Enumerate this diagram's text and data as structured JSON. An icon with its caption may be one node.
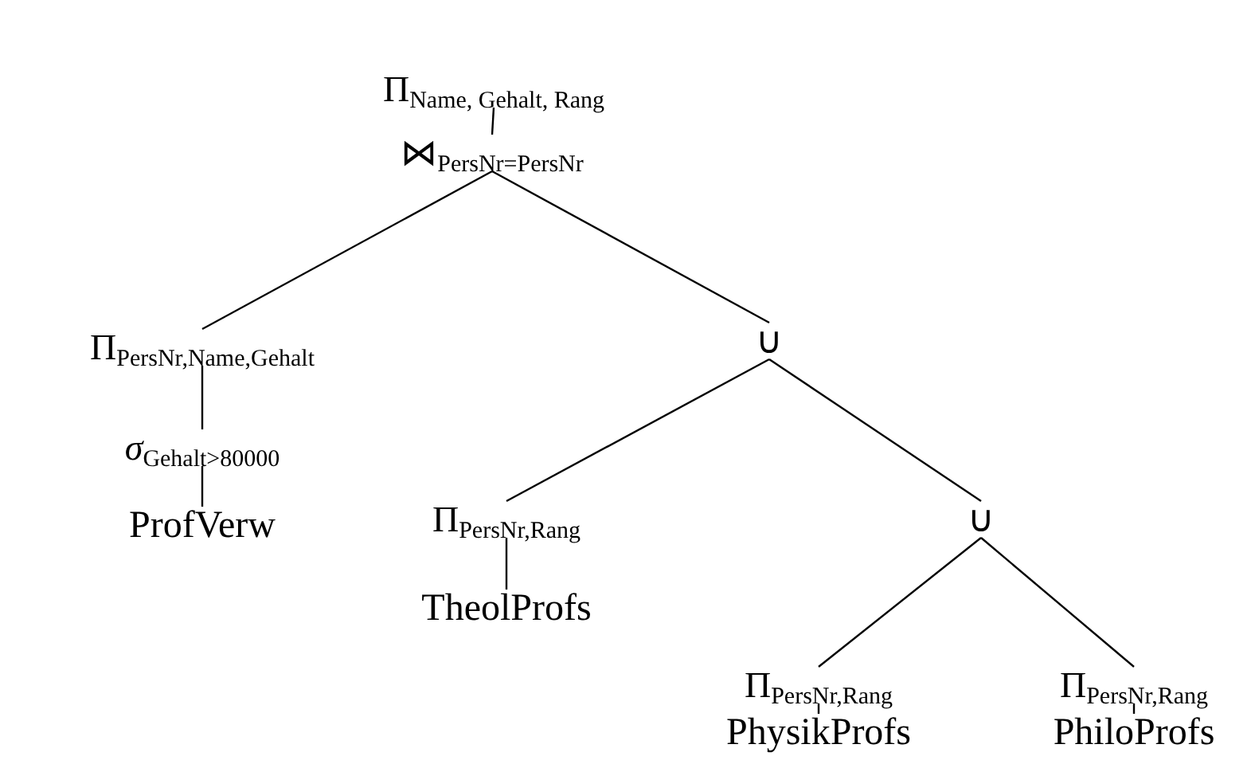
{
  "diagram": {
    "nodes": [
      {
        "text": [
          "Π$_{Name, Gehalt, Rang}$"
        ]
      },
      {
        "text": [
          "⋈$_{PersNr=PersNr}$"
        ]
      },
      {
        "text": [
          "Π$_{PersNr,Name,Gehalt}$"
        ]
      },
      {
        "text": [
          "∪"
        ]
      },
      {
        "text": [
          "*σ*$_{Gehalt>80000}$"
        ]
      },
      {
        "text": [
          "Π$_{PersNr,Rang}$"
        ]
      },
      {
        "text": [
          "∪"
        ]
      },
      {
        "text": [
          "ProfVerw"
        ]
      },
      {
        "text": [
          "TheolProfs"
        ]
      },
      {
        "text": [
          "Π$_{PersNr,Rang}$"
        ]
      },
      {
        "text": [
          "Π$_{PersNr,Rang}$"
        ]
      },
      {
        "text": [
          "PhysikProfs"
        ]
      },
      {
        "text": [
          "PhiloProfs"
        ]
      }
    ],
    "edges": [
      {
        "from": 0,
        "to": 1,
        "arrow": "none"
      },
      {
        "from": 1,
        "to": 2,
        "arrow": "none"
      },
      {
        "from": 1,
        "to": 3,
        "arrow": "none"
      },
      {
        "from": 2,
        "to": 4,
        "arrow": "none"
      },
      {
        "from": 4,
        "to": 7,
        "arrow": "none"
      },
      {
        "from": 3,
        "to": 5,
        "arrow": "none"
      },
      {
        "from": 3,
        "to": 6,
        "arrow": "none"
      },
      {
        "from": 5,
        "to": 8,
        "arrow": "none"
      },
      {
        "from": 6,
        "to": 9,
        "arrow": "none"
      },
      {
        "from": 6,
        "to": 10,
        "arrow": "none"
      },
      {
        "from": 9,
        "to": 11,
        "arrow": "none"
      },
      {
        "from": 10,
        "to": 12,
        "arrow": "none"
      }
    ]
  }
}
